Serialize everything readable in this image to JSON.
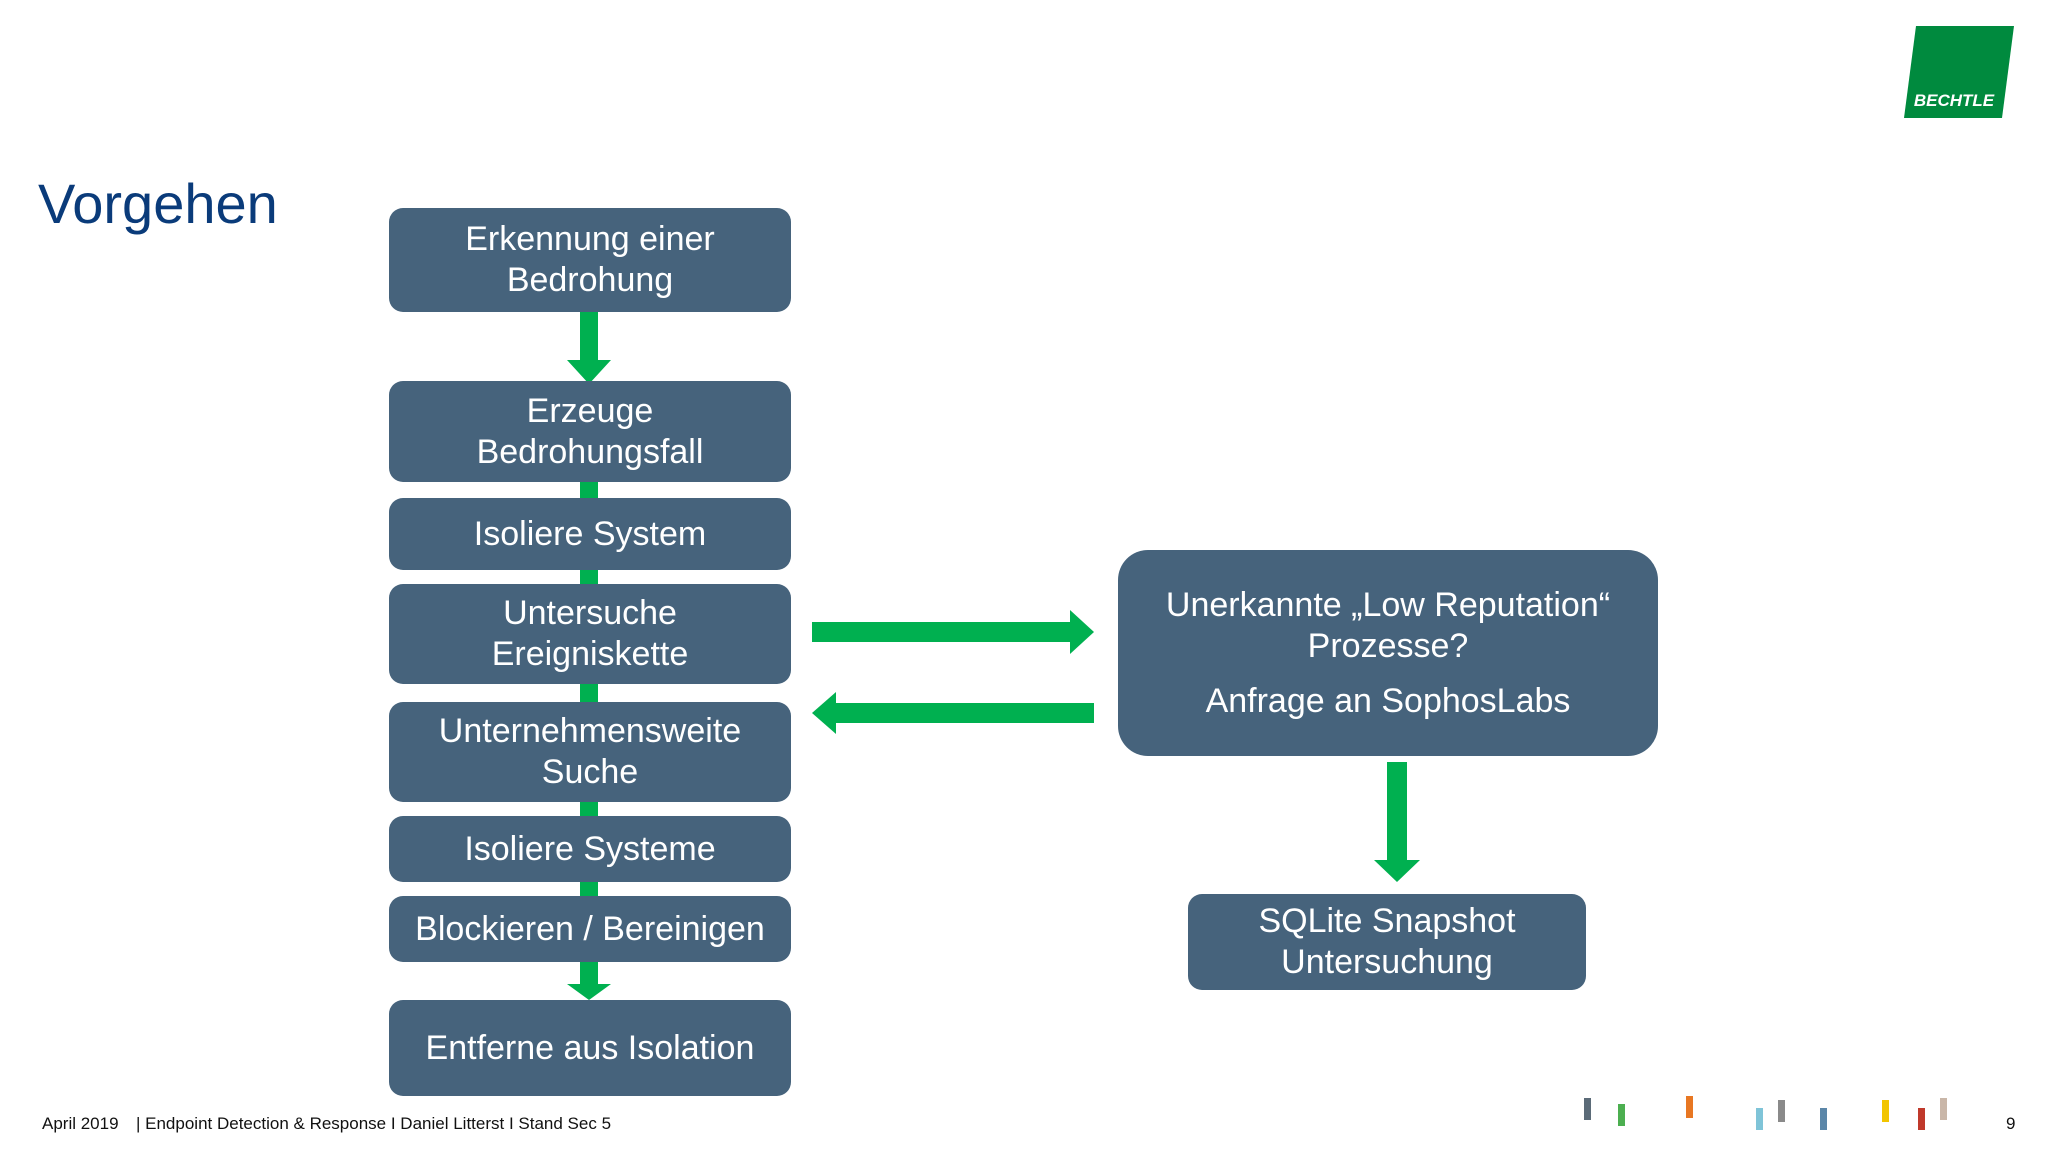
{
  "slide": {
    "title": "Vorgehen",
    "logo_text": "BECHTLE",
    "footer": {
      "date": "April 2019",
      "text": "| Endpoint Detection & Response I Daniel Litterst I Stand Sec 5",
      "page": "9"
    }
  },
  "flow": {
    "steps": [
      {
        "line1": "Erkennung einer",
        "line2": "Bedrohung"
      },
      {
        "line1": "Erzeuge",
        "line2": "Bedrohungsfall"
      },
      {
        "line1": "Isoliere System",
        "line2": ""
      },
      {
        "line1": "Untersuche",
        "line2": "Ereigniskette"
      },
      {
        "line1": "Unternehmensweite",
        "line2": "Suche"
      },
      {
        "line1": "Isoliere Systeme",
        "line2": ""
      },
      {
        "line1": "Blockieren / Bereinigen",
        "line2": ""
      },
      {
        "line1": "Entferne aus Isolation",
        "line2": ""
      }
    ],
    "side_box": {
      "line1": "Unerkannte „Low Reputation“",
      "line2": "Prozesse?",
      "line3": "Anfrage an SophosLabs"
    },
    "snapshot_box": {
      "line1": "SQLite Snapshot",
      "line2": "Untersuchung"
    }
  },
  "colors": {
    "box": "#46637c",
    "arrow": "#00b050",
    "title": "#0a3b7a",
    "logo": "#008a3e",
    "ticks": [
      "#5b6b78",
      "#4caf50",
      "#e87722",
      "#7fc4d8",
      "#8a8a8a",
      "#5b86a8",
      "#f2c500",
      "#c0392b",
      "#c9b6a8"
    ]
  }
}
